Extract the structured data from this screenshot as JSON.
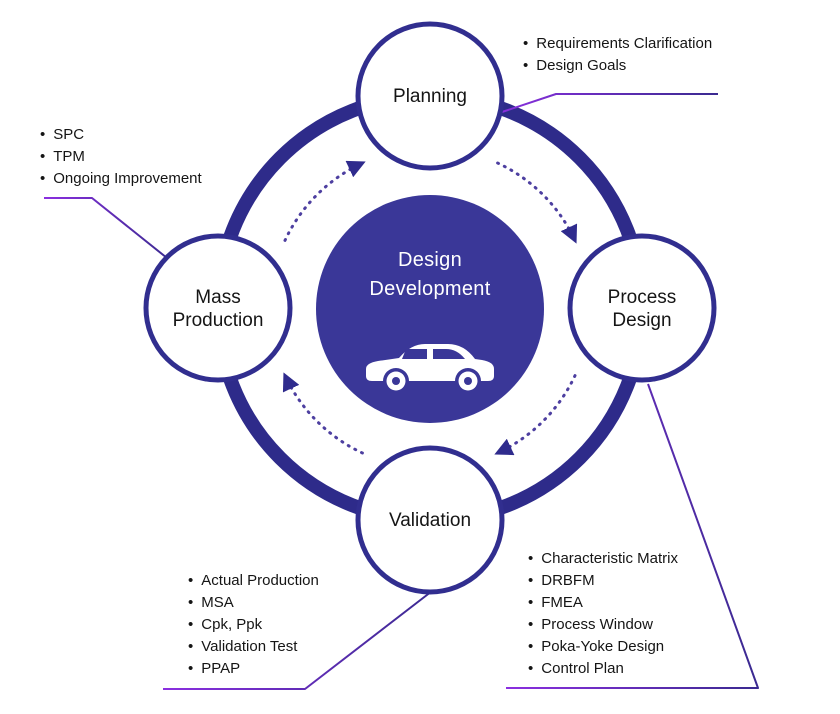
{
  "center": {
    "lines": [
      "Design",
      "Development"
    ]
  },
  "nodes": {
    "planning": {
      "label": "Planning"
    },
    "process_design": {
      "label": "Process Design"
    },
    "validation": {
      "label": "Validation"
    },
    "mass_production": {
      "label": "Mass Production"
    }
  },
  "callouts": {
    "planning": {
      "items": [
        "Requirements Clarification",
        "Design Goals"
      ]
    },
    "process_design": {
      "items": [
        "Characteristic Matrix",
        "DRBFM",
        "FMEA",
        "Process Window",
        "Poka-Yoke Design",
        "Control Plan"
      ]
    },
    "validation": {
      "items": [
        "Actual Production",
        "MSA",
        "Cpk, Ppk",
        "Validation Test",
        "PPAP"
      ]
    },
    "mass_production": {
      "items": [
        "SPC",
        "TPM",
        "Ongoing Improvement"
      ]
    }
  },
  "icons": {
    "center_icon": "car-icon",
    "flow_marker": "arrowhead-icon"
  },
  "colors": {
    "ring_color": "#2e2b8a",
    "node_border": "#312e8f",
    "center_fill": "#3a3798",
    "trail_color": "#4d3fa0",
    "arrow_color": "#2f2b8d",
    "callout_line_start": "#8b2fe0",
    "callout_line_end": "#3a2a90",
    "text_dark": "#151515",
    "center_text": "#ffffff"
  }
}
